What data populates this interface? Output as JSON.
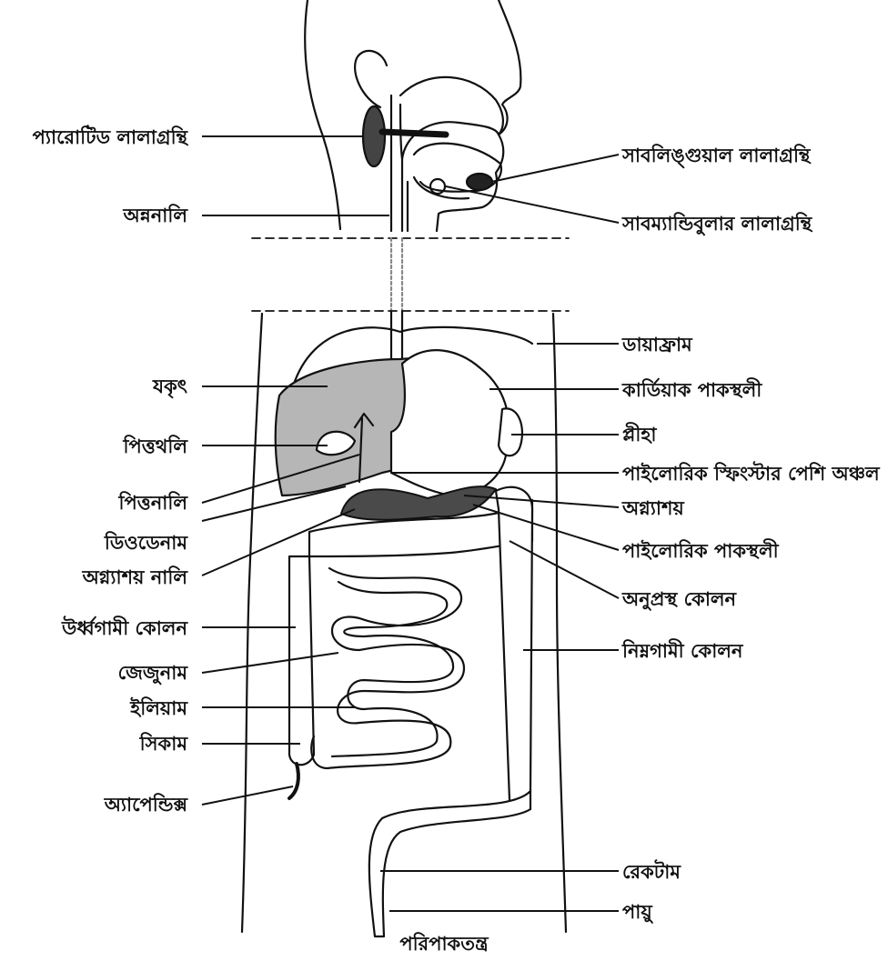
{
  "labels": {
    "parotid": "প্যারোটিড লালাগ্রন্থি",
    "sublingual": "সাবলিঙ্গুয়াল লালাগ্রন্থি",
    "submandibular": "সাবম্যান্ডিবুলার লালাগ্রন্থি",
    "esophagus": "অন্ননালি",
    "diaphragm": "ডায়াফ্রাম",
    "liver": "যকৃৎ",
    "cardiac_stomach": "কার্ডিয়াক পাকস্থলী",
    "spleen": "প্লীহা",
    "gallbladder": "পিত্তথলি",
    "pyloric_sphincter": "পাইলোরিক স্ফিংস্টার পেশি অঞ্চল",
    "bile_duct": "পিত্তনালি",
    "pancreas": "অগ্ন্যাশয়",
    "duodenum": "ডিওডেনাম",
    "pyloric_stomach": "পাইলোরিক পাকস্থলী",
    "pancreatic_duct": "অগ্ন্যাশয় নালি",
    "transverse_colon": "অনুপ্রস্থ কোলন",
    "ascending_colon": "উর্ধ্বগামী কোলন",
    "descending_colon": "নিম্নগামী কোলন",
    "jejunum": "জেজুনাম",
    "ileum": "ইলিয়াম",
    "caecum": "সিকাম",
    "appendix": "অ্যাপেন্ডিক্স",
    "rectum": "রেকটাম",
    "anus": "পায়ু"
  },
  "caption": "পরিপাকতন্ত্র"
}
